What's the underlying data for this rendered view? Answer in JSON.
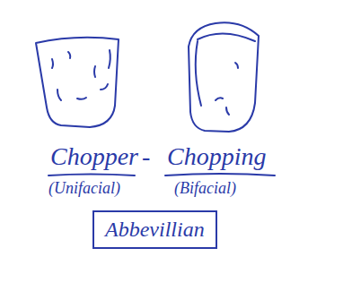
{
  "diagram": {
    "nodes": [
      {
        "text": [
          "Abbevillian"
        ]
      }
    ],
    "labels": [
      "Chopper",
      "-",
      "Chopping",
      "(Unifacial)",
      "(Bifacial)"
    ]
  }
}
